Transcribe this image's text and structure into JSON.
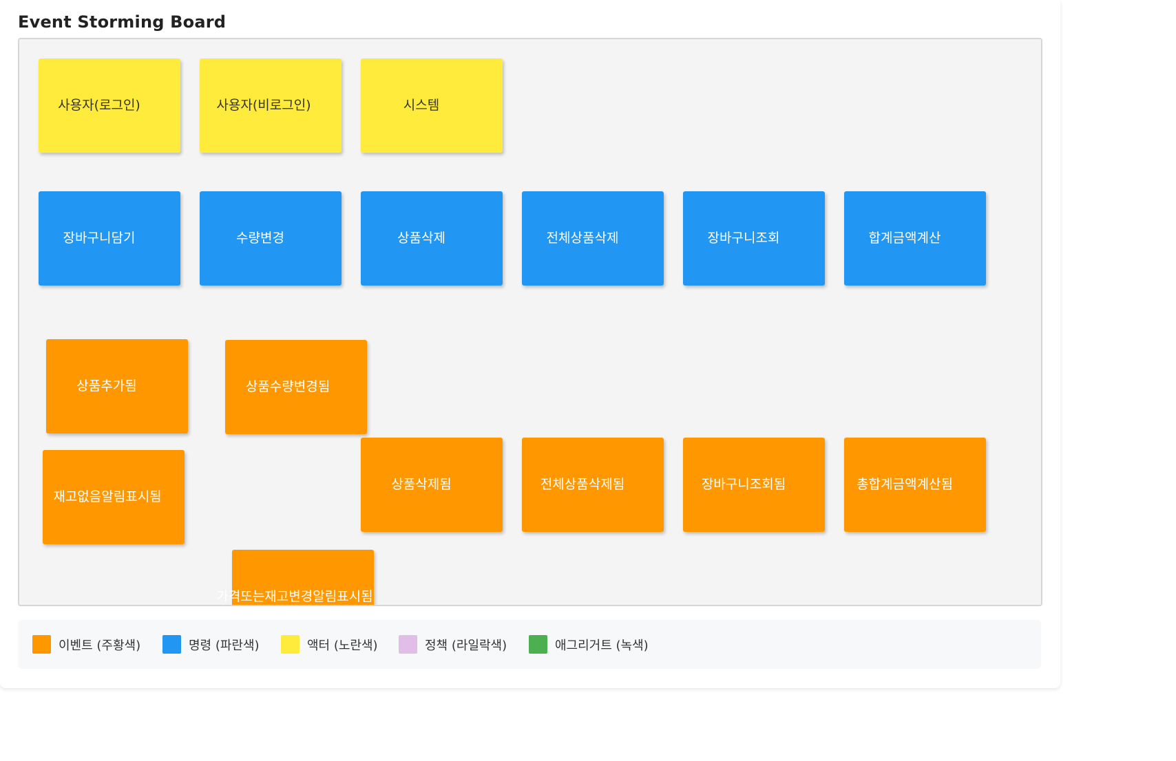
{
  "title": "Event Storming Board",
  "colors": {
    "event": "#ff9800",
    "command": "#2196f3",
    "actor": "#ffeb3b",
    "policy": "#e1bee7",
    "aggregate": "#4caf50"
  },
  "actors": [
    "사용자(로그인)",
    "사용자(비로그인)",
    "시스템"
  ],
  "commands": [
    "장바구니담기",
    "수량변경",
    "상품삭제",
    "전체상품삭제",
    "장바구니조회",
    "합계금액계산"
  ],
  "events": [
    "상품추가됨",
    "상품수량변경됨",
    "재고없음알림표시됨",
    "상품삭제됨",
    "전체상품삭제됨",
    "장바구니조회됨",
    "총합계금액계산됨",
    "가격또는재고변경알림표시됨"
  ],
  "legend": [
    {
      "label": "이벤트 (주황색)",
      "color": "#ff9800"
    },
    {
      "label": "명령 (파란색)",
      "color": "#2196f3"
    },
    {
      "label": "액터 (노란색)",
      "color": "#ffeb3b"
    },
    {
      "label": "정책 (라일락색)",
      "color": "#e1bee7"
    },
    {
      "label": "애그리거트 (녹색)",
      "color": "#4caf50"
    }
  ]
}
